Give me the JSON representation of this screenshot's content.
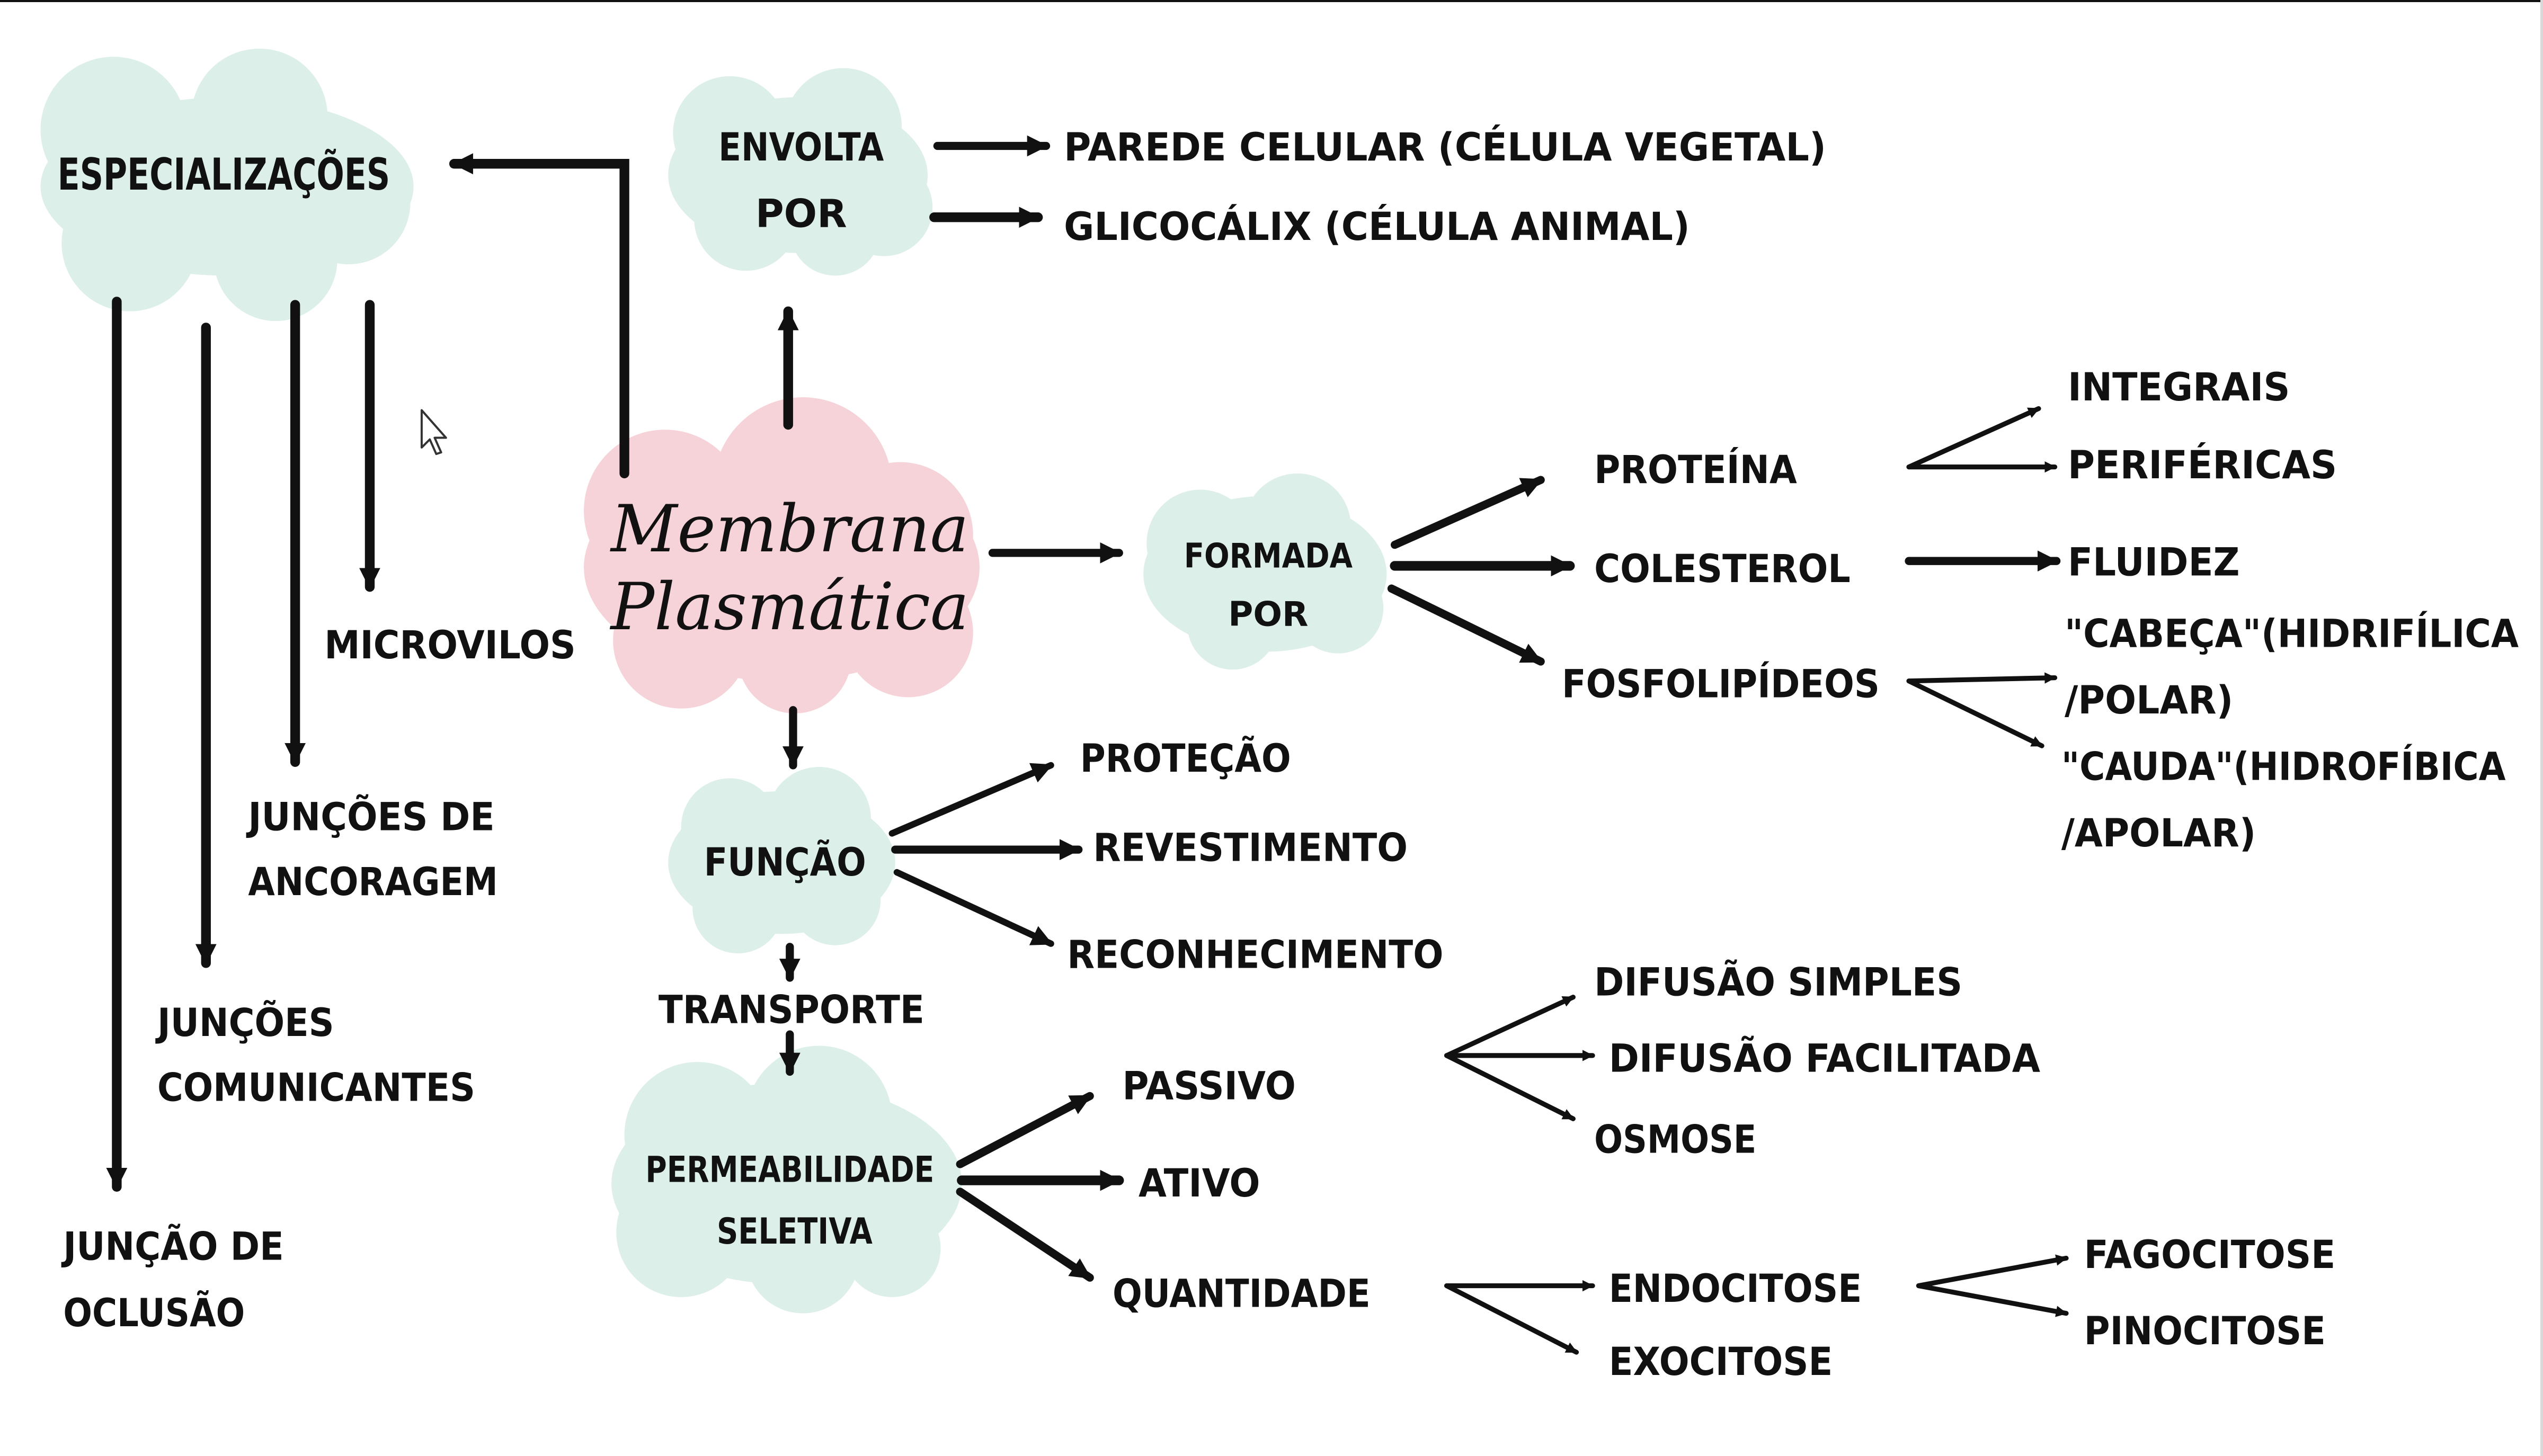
{
  "colors": {
    "cloud_green": "#dcefe8",
    "cloud_pink": "#f6d3d8",
    "ink": "#111111"
  },
  "central": {
    "line1": "Membrana",
    "line2": "Plasmática"
  },
  "especializacoes": {
    "title": "ESPECIALIZAÇÕES",
    "items": {
      "microvilos": "MICROVILOS",
      "ancoragem_1": "JUNÇÕES DE",
      "ancoragem_2": "ANCORAGEM",
      "comunicantes_1": "JUNÇÕES",
      "comunicantes_2": "COMUNICANTES",
      "oclusao_1": "JUNÇÃO DE",
      "oclusao_2": "OCLUSÃO"
    }
  },
  "envolta": {
    "line1": "ENVOLTA",
    "line2": "POR",
    "items": {
      "parede": "PAREDE CELULAR (CÉLULA VEGETAL)",
      "glicocalix": "GLICOCÁLIX (CÉLULA ANIMAL)"
    }
  },
  "formada": {
    "line1": "FORMADA",
    "line2": "POR",
    "proteina": "PROTEÍNA",
    "integrais": "INTEGRAIS",
    "perifericas": "PERIFÉRICAS",
    "colesterol": "COLESTEROL",
    "fluidez": "FLUIDEZ",
    "fosfolipideos": "FOSFOLIPÍDEOS",
    "cabeca_1": "\"CABEÇA\"(HIDRIFÍLICA",
    "cabeca_2": "/POLAR)",
    "cauda_1": "\"CAUDA\"(HIDROFÍBICA",
    "cauda_2": "/APOLAR)"
  },
  "funcao": {
    "title": "FUNÇÃO",
    "protecao": "PROTEÇÃO",
    "revestimento": "REVESTIMENTO",
    "reconhecimento": "RECONHECIMENTO",
    "transporte": "TRANSPORTE"
  },
  "permeabilidade": {
    "line1": "PERMEABILIDADE",
    "line2": "SELETIVA",
    "passivo": "PASSIVO",
    "ativo": "ATIVO",
    "quantidade": "QUANTIDADE",
    "difusao_simples": "DIFUSÃO SIMPLES",
    "difusao_facilitada": "DIFUSÃO FACILITADA",
    "osmose": "OSMOSE",
    "endocitose": "ENDOCITOSE",
    "exocitose": "EXOCITOSE",
    "fagocitose": "FAGOCITOSE",
    "pinocitose": "PINOCITOSE"
  }
}
